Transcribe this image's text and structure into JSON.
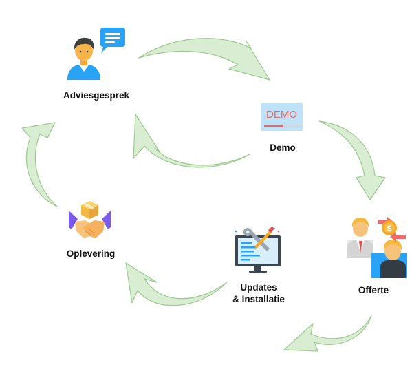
{
  "steps": {
    "advice": {
      "label": "Adviesgesprek",
      "icon": "person-chat-icon"
    },
    "demo": {
      "label": "Demo",
      "screen_text": "DEMO",
      "icon": "demo-screen-icon"
    },
    "offer": {
      "label": "Offerte",
      "icon": "negotiation-icon"
    },
    "updates": {
      "label_line1": "Updates",
      "label_line2": "& Installatie",
      "icon": "monitor-tools-icon"
    },
    "delivery": {
      "label": "Oplevering",
      "icon": "handshake-package-icon"
    }
  },
  "colors": {
    "arrow_fill": "#d8edd2",
    "arrow_stroke": "#9cc98f",
    "text": "#111111"
  }
}
